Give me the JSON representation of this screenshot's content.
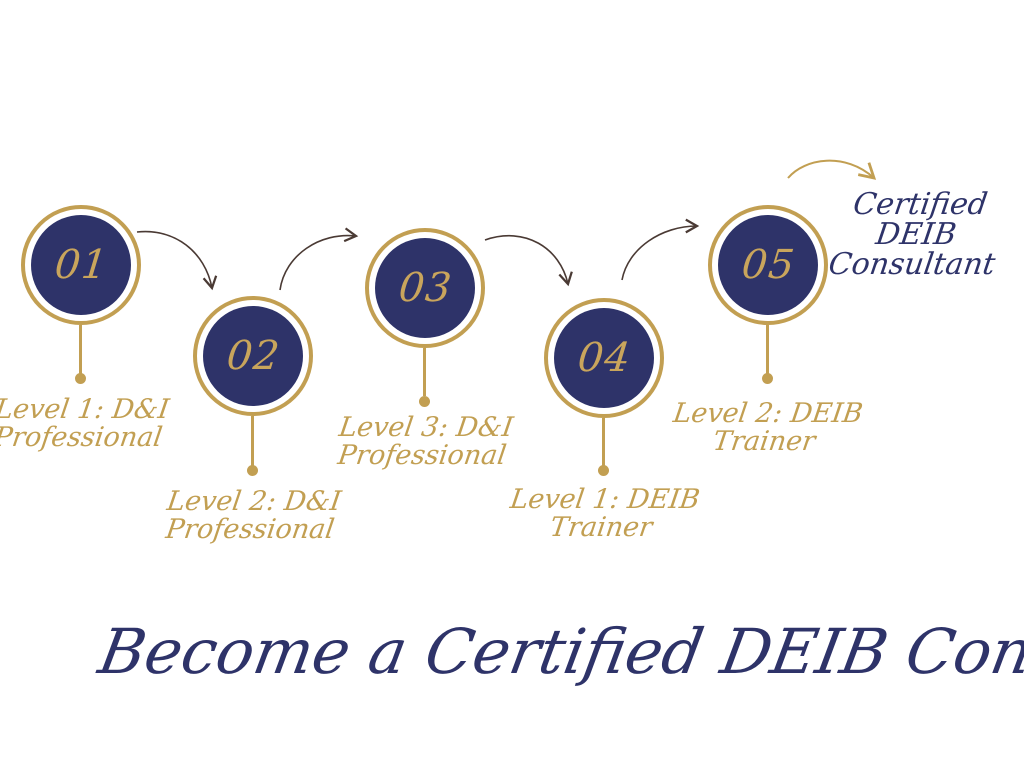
{
  "colors": {
    "navy": "#2e3369",
    "gold": "#c29f52",
    "arrow": "#4a3a34",
    "background": "#ffffff"
  },
  "steps": [
    {
      "number": "01",
      "label": "Level 1: D&I Professional"
    },
    {
      "number": "02",
      "label": "Level 2: D&I Professional"
    },
    {
      "number": "03",
      "label": "Level 3: D&I Professional"
    },
    {
      "number": "04",
      "label": "Level 1: DEIB Trainer"
    },
    {
      "number": "05",
      "label": "Level 2: DEIB Trainer"
    }
  ],
  "final_step": {
    "label": "Certified DEIB Consultant"
  },
  "headline": "Become a Certified DEIB Consutant"
}
